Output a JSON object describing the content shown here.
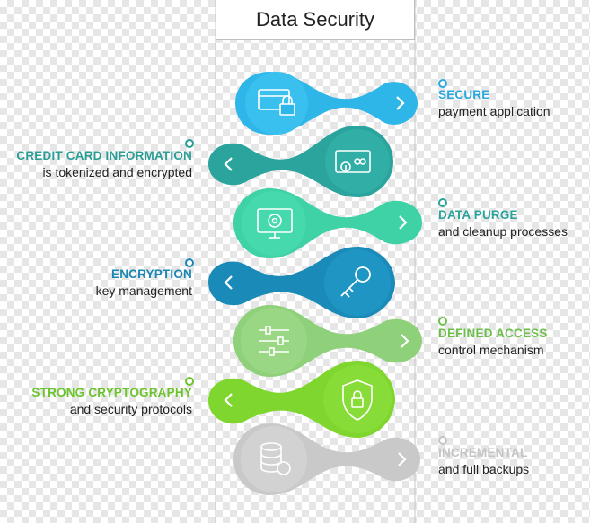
{
  "title": "Data Security",
  "colors": {
    "c1": "#2fb6e8",
    "c2": "#2aa49c",
    "c3": "#3ed2a6",
    "c4": "#1a8ab8",
    "c5": "#8fd07a",
    "c6": "#7fd62e",
    "c7": "#c9c9c9"
  },
  "items": [
    {
      "heading": "SECURE",
      "subtitle": "payment application",
      "side": "right",
      "color": "#29a8df",
      "icon": "credit-card-lock-icon"
    },
    {
      "heading": "CREDIT CARD INFORMATION",
      "subtitle": "is tokenized and encrypted",
      "side": "left",
      "color": "#2a9d95",
      "icon": "card-info-icon"
    },
    {
      "heading": "DATA PURGE",
      "subtitle": "and cleanup processes",
      "side": "right",
      "color": "#2aa39b",
      "icon": "monitor-gear-icon"
    },
    {
      "heading": "ENCRYPTION",
      "subtitle": "key management",
      "side": "left",
      "color": "#1a86b3",
      "icon": "key-icon"
    },
    {
      "heading": "DEFINED ACCESS",
      "subtitle": "control mechanism",
      "side": "right",
      "color": "#6cc04a",
      "icon": "sliders-icon"
    },
    {
      "heading": "STRONG CRYPTOGRAPHY",
      "subtitle": "and security protocols",
      "side": "left",
      "color": "#6cc42d",
      "icon": "shield-lock-icon"
    },
    {
      "heading": "INCREMENTAL",
      "subtitle": "and full backups",
      "side": "right",
      "color": "#c4c4c4",
      "icon": "database-refresh-icon"
    }
  ]
}
